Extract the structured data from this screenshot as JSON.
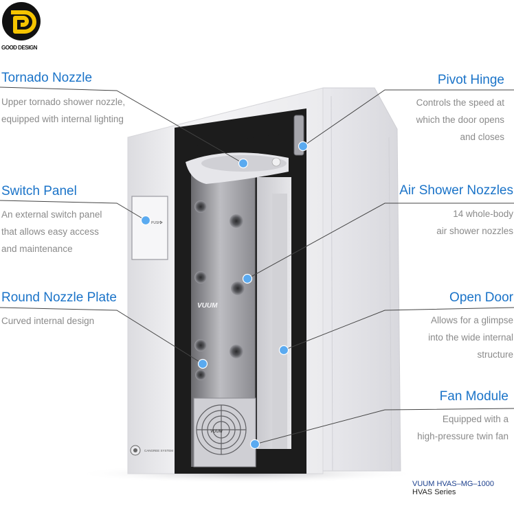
{
  "logo": {
    "wordmark": "GOOD DESIGN"
  },
  "callouts": [
    {
      "id": "tornado",
      "title": "Tornado Nozzle",
      "description": [
        "Upper tornado shower nozzle,",
        "equipped with internal lighting"
      ]
    },
    {
      "id": "switch",
      "title": "Switch Panel",
      "description": [
        "An external switch panel",
        "that allows easy access",
        "and maintenance"
      ]
    },
    {
      "id": "round-plate",
      "title": "Round Nozzle Plate",
      "description": [
        "Curved internal design"
      ]
    },
    {
      "id": "pivot",
      "title": "Pivot Hinge",
      "description": [
        "Controls the speed at",
        "which the door opens",
        "and closes"
      ]
    },
    {
      "id": "nozzles",
      "title": "Air Shower Nozzles",
      "description": [
        "14 whole-body",
        "air shower nozzles"
      ]
    },
    {
      "id": "door",
      "title": "Open Door",
      "description": [
        "Allows for a glimpse",
        "into the wide internal",
        "structure"
      ]
    },
    {
      "id": "fan",
      "title": "Fan Module",
      "description": [
        "Equipped with a",
        "high-pressure twin fan"
      ]
    }
  ],
  "product": {
    "panel_label": "PUSH",
    "brand_mark": "VUUM",
    "plate_text": "CANGREE SYSTEM",
    "model": "VUUM HVAS–MG–1000",
    "series": "HVAS Series"
  },
  "colors": {
    "callout_title": "#1a73c8",
    "callout_text": "#8a8a8a",
    "marker_dot": "#5aaaf0",
    "leader_line": "#444444",
    "frame": "#1c1c1c",
    "cabinet": "#f4f4f6"
  }
}
